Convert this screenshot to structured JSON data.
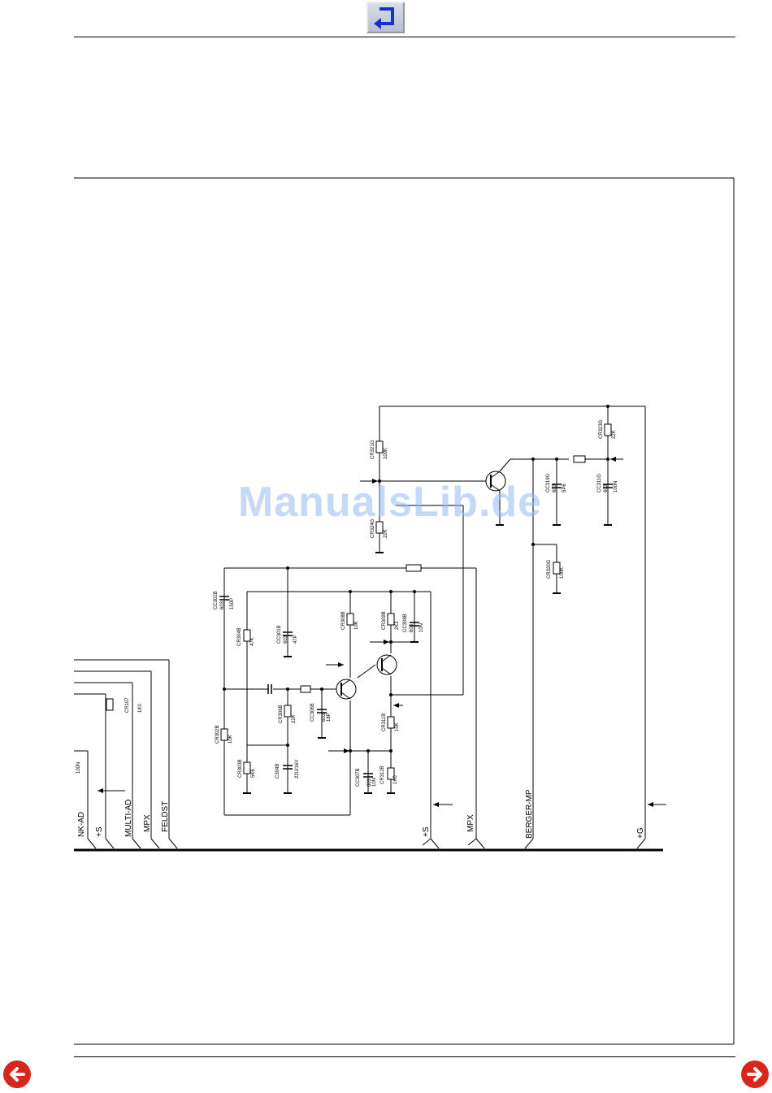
{
  "navigation": {
    "back_icon": "return-arrow-icon",
    "prev_icon": "left-arrow-icon",
    "next_icon": "right-arrow-icon",
    "nav_color": "#d8261c",
    "back_arrow_color": "#1a2fcf"
  },
  "watermark": "ManualsLib.de",
  "bus_labels": {
    "nk_ad": "NK-AD",
    "plus_s_left": "+S",
    "multi_ad": "MULTI-AD",
    "mpx_left": "MPX",
    "feldst": "FELDST",
    "plus_s_right": "+S",
    "mpx_right": "MPX",
    "berger_mp": "BERGER-MP",
    "plus_g": "+G"
  },
  "components": [
    {
      "ref": "CR321G",
      "value": "100K"
    },
    {
      "ref": "CR324G",
      "value": "22K"
    },
    {
      "ref": "CR323G",
      "value": "22K"
    },
    {
      "ref": "CC319G",
      "value": "5P6"
    },
    {
      "ref": "CC311G",
      "value": "100N"
    },
    {
      "ref": "CR320G",
      "value": "100K"
    },
    {
      "ref": "CC302B",
      "value": "150P"
    },
    {
      "ref": "CC301B",
      "value": "47P"
    },
    {
      "ref": "CR304B",
      "value": "47K"
    },
    {
      "ref": "CR308B",
      "value": "10K"
    },
    {
      "ref": "CR309B",
      "value": "2K2"
    },
    {
      "ref": "CC308B",
      "value": "10N"
    },
    {
      "ref": "CR107",
      "value": "1K0"
    },
    {
      "ref": "CR306B",
      "value": "22K"
    },
    {
      "ref": "CC306B",
      "value": "18P"
    },
    {
      "ref": "CR302B",
      "value": "10K"
    },
    {
      "ref": "CR311B",
      "value": "10K"
    },
    {
      "ref": "CR303B",
      "value": "5K6"
    },
    {
      "ref": "C304B",
      "value": "22U/16V"
    },
    {
      "ref": "CC307B",
      "value": "10N"
    },
    {
      "ref": "CR312B",
      "value": "1K0"
    }
  ],
  "fragment_label": "100N",
  "package_code": "603"
}
